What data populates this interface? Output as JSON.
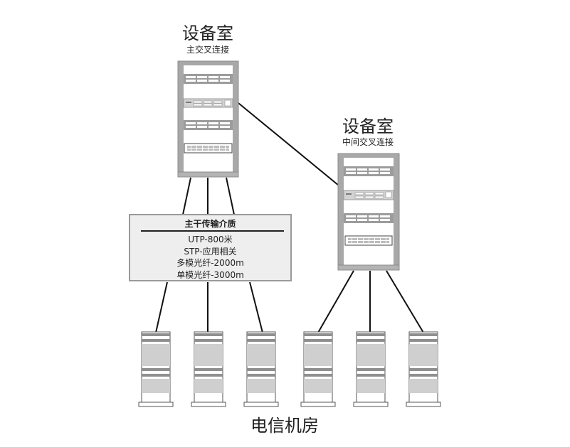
{
  "diagram": {
    "main_room": {
      "title": "设备室",
      "subtitle": "主交叉连接"
    },
    "secondary_room": {
      "title": "设备室",
      "subtitle": "中间交叉连接"
    },
    "backbone_media": {
      "title": "主干传输介质",
      "items": [
        "UTP-800米",
        "STP-应用相关",
        "多模光纤-2000m",
        "单模光纤-3000m"
      ]
    },
    "telecom_room_label": "电信机房",
    "colors": {
      "line": "#111111",
      "rack_frame": "#a8a8a8",
      "equipment": "#cfcfcf",
      "box_fill": "#eeeeee",
      "box_border": "#9a9a9a"
    }
  }
}
